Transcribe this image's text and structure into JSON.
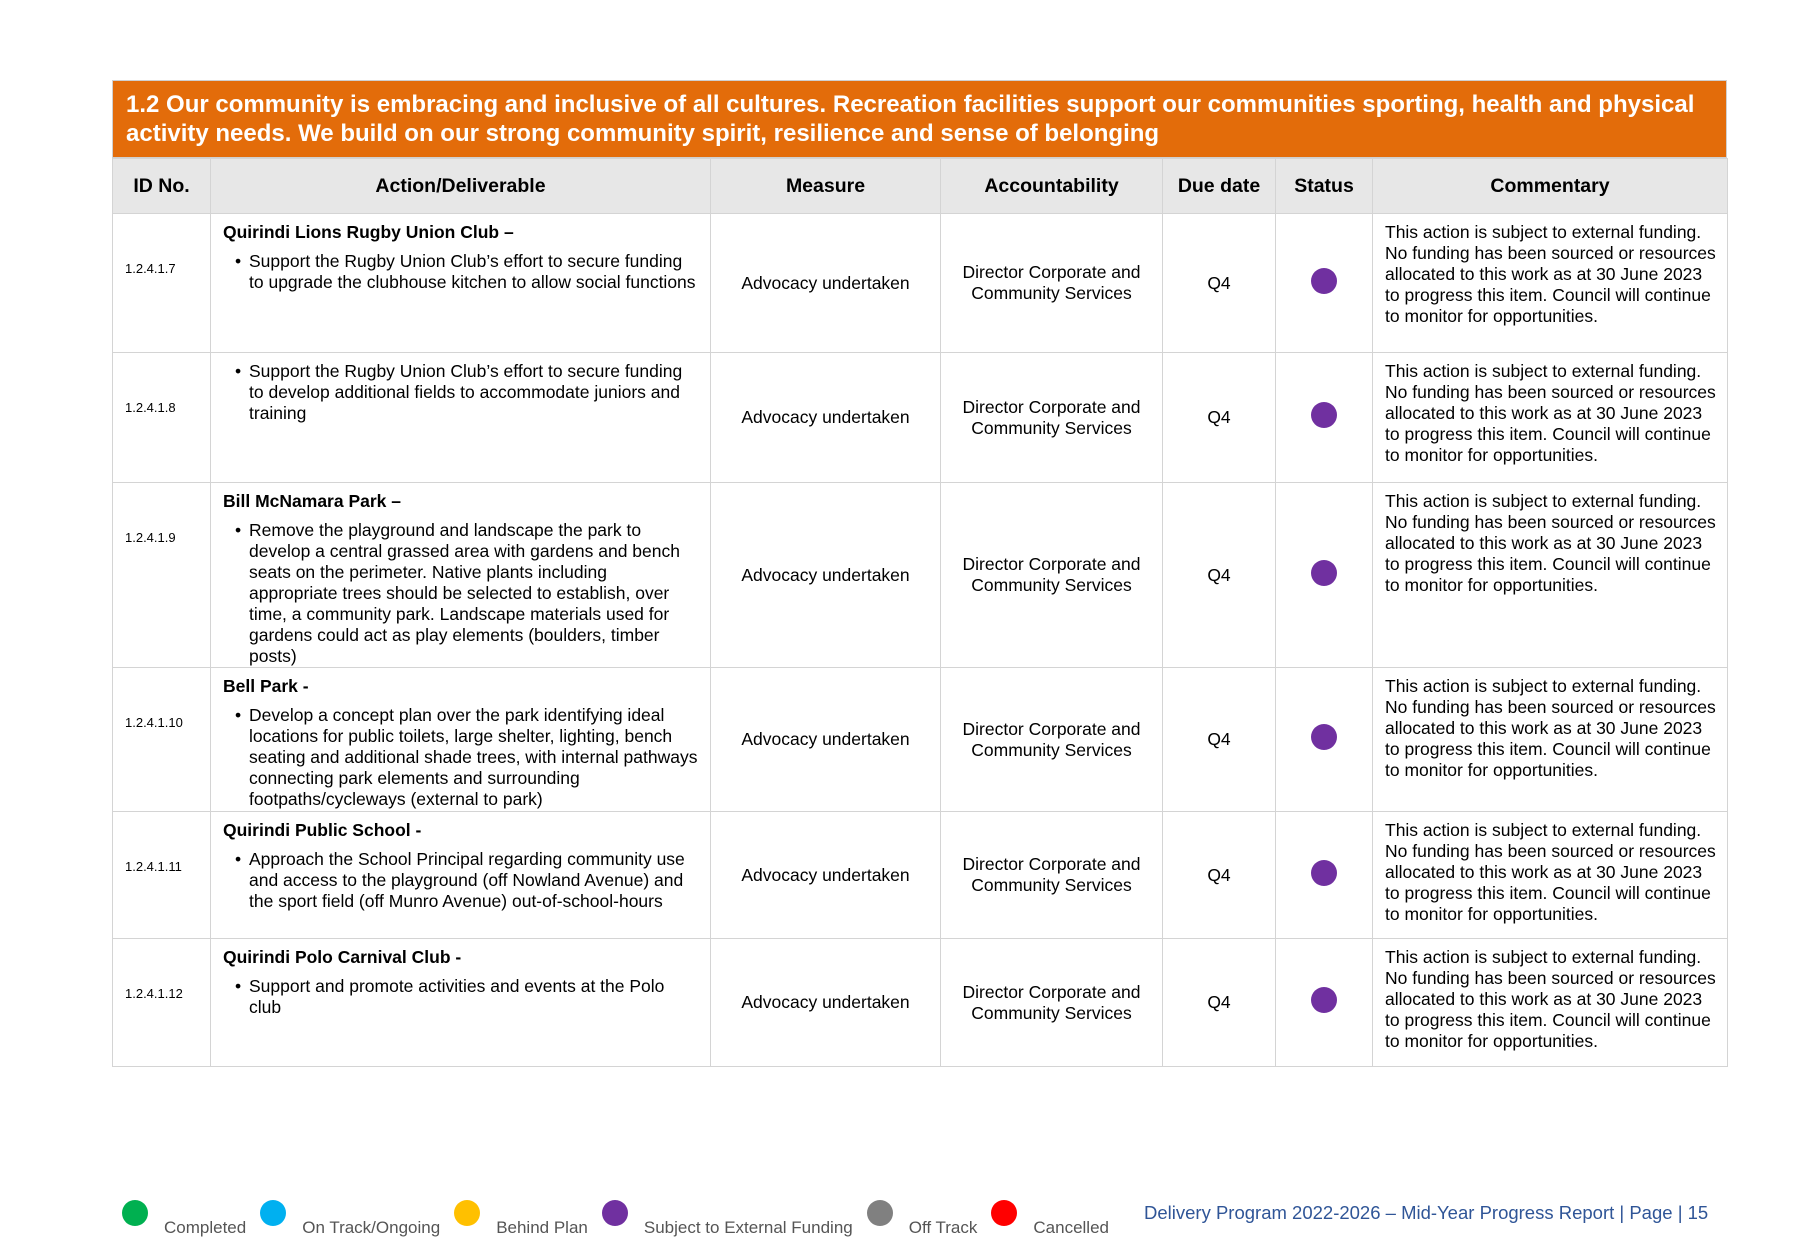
{
  "banner": {
    "title": "1.2 Our community is embracing and inclusive of all cultures. Recreation facilities support our communities sporting, health and physical activity needs. We build on our strong community spirit, resilience and sense of belonging"
  },
  "table": {
    "headers": [
      "ID No.",
      "Action/Deliverable",
      "Measure",
      "Accountability",
      "Due date",
      "Status",
      "Commentary"
    ],
    "rows": [
      {
        "id": "1.2.4.1.7",
        "heading": "Quirindi Lions Rugby Union Club –",
        "bullet": "Support the Rugby Union Club’s effort to secure funding to upgrade the clubhouse kitchen to allow social functions",
        "measure": "Advocacy undertaken",
        "accountability": "Director Corporate and Community Services",
        "due": "Q4",
        "status": "Subject to External Funding",
        "commentary": "This action is subject to external funding. No funding has been sourced or resources allocated to this work as at 30 June 2023 to progress this item. Council will continue to monitor for opportunities."
      },
      {
        "id": "1.2.4.1.8",
        "heading": "",
        "bullet": "Support the Rugby Union Club’s effort to secure funding to develop additional fields to accommodate juniors and training",
        "measure": "Advocacy undertaken",
        "accountability": "Director Corporate and Community Services",
        "due": "Q4",
        "status": "Subject to External Funding",
        "commentary": "This action is subject to external funding. No funding has been sourced or resources allocated to this work as at 30 June 2023 to progress this item. Council will continue to monitor for opportunities."
      },
      {
        "id": "1.2.4.1.9",
        "heading": "Bill McNamara Park –",
        "bullet": "Remove the playground and landscape the park to develop a central grassed area with gardens and bench seats on the perimeter. Native plants including appropriate trees should be selected to establish, over time, a community park. Landscape materials used for gardens could act as play elements (boulders, timber posts)",
        "measure": "Advocacy undertaken",
        "accountability": "Director Corporate and Community Services",
        "due": "Q4",
        "status": "Subject to External Funding",
        "commentary": "This action is subject to external funding. No funding has been sourced or resources allocated to this work as at 30 June 2023 to progress this item. Council will continue to monitor for opportunities."
      },
      {
        "id": "1.2.4.1.10",
        "heading": "Bell Park -",
        "bullet": "Develop a concept plan over the park identifying ideal locations for public toilets, large shelter, lighting, bench seating and additional shade trees, with internal pathways connecting park elements and surrounding footpaths/cycleways (external to park)",
        "measure": "Advocacy undertaken",
        "accountability": "Director Corporate and Community Services",
        "due": "Q4",
        "status": "Subject to External Funding",
        "commentary": "This action is subject to external funding. No funding has been sourced or resources allocated to this work as at 30 June 2023 to progress this item. Council will continue to monitor for opportunities."
      },
      {
        "id": "1.2.4.1.11",
        "heading": "Quirindi Public School -",
        "bullet": "Approach the School Principal regarding community use and access to the playground (off Nowland Avenue) and the sport field (off Munro Avenue) out-of-school-hours",
        "measure": "Advocacy undertaken",
        "accountability": "Director Corporate and Community Services",
        "due": "Q4",
        "status": "Subject to External Funding",
        "commentary": "This action is subject to external funding. No funding has been sourced or resources allocated to this work as at 30 June 2023 to progress this item. Council will continue to monitor for opportunities."
      },
      {
        "id": "1.2.4.1.12",
        "heading": "Quirindi Polo Carnival Club -",
        "bullet": "Support and promote activities and events at the Polo club",
        "measure": "Advocacy undertaken",
        "accountability": "Director Corporate and Community Services",
        "due": "Q4",
        "status": "Subject to External Funding",
        "commentary": "This action is subject to external funding. No funding has been sourced or resources allocated to this work as at 30 June 2023 to progress this item. Council will continue to monitor for opportunities."
      }
    ]
  },
  "legend": [
    {
      "label": "Completed",
      "color": "#00B050"
    },
    {
      "label": "On Track/Ongoing",
      "color": "#00B0F0"
    },
    {
      "label": "Behind Plan",
      "color": "#FFC000"
    },
    {
      "label": "Subject to External Funding",
      "color": "#7030A0"
    },
    {
      "label": "Off Track",
      "color": "#808080"
    },
    {
      "label": "Cancelled",
      "color": "#FF0000"
    }
  ],
  "footer": {
    "text": "Delivery Program 2022-2026 – Mid-Year Progress Report | Page | 15"
  }
}
